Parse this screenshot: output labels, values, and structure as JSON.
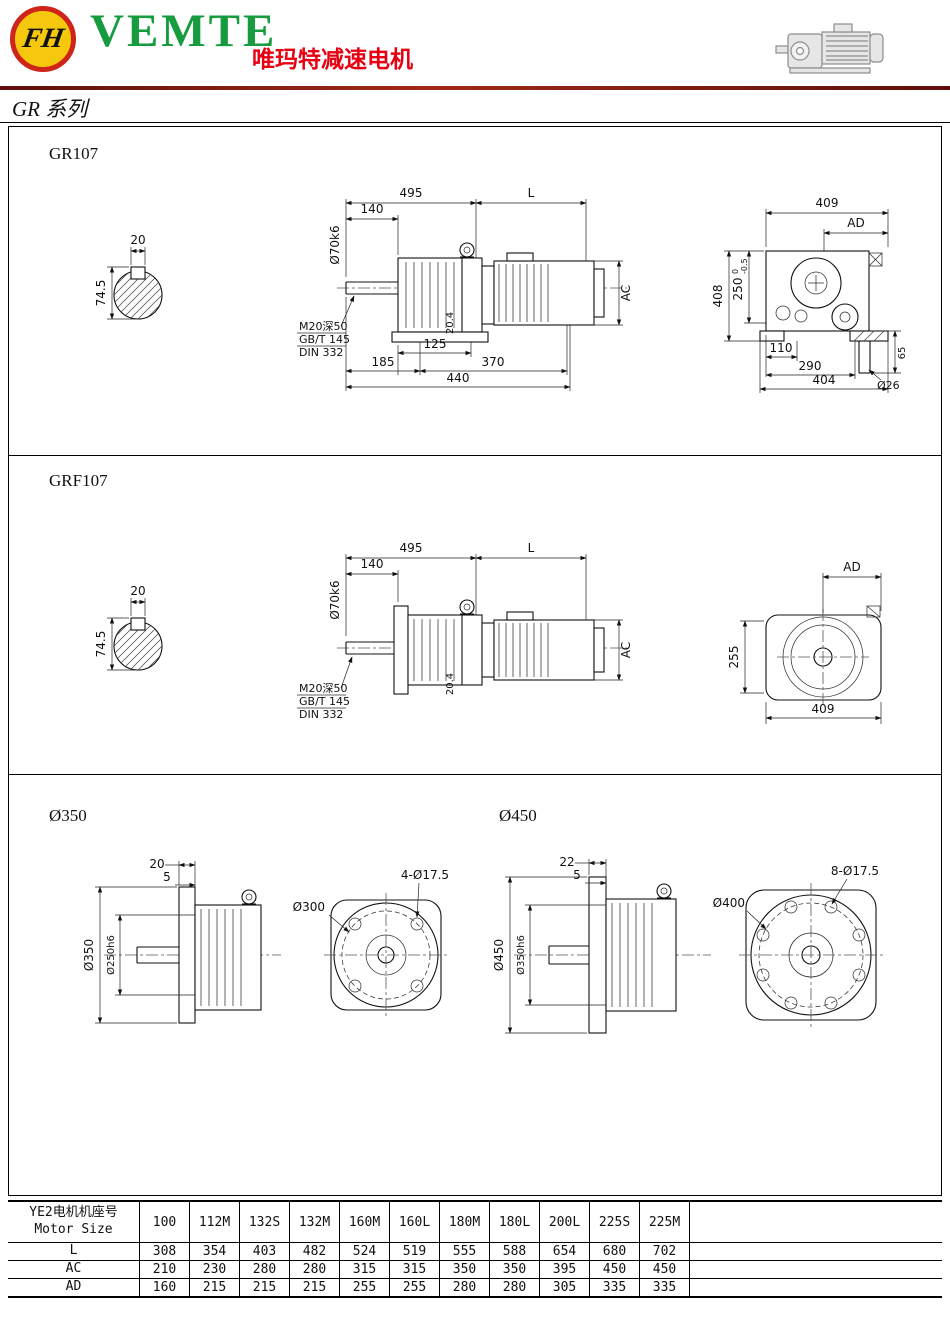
{
  "header": {
    "logo_text": "FH",
    "brand": "VEMTE",
    "tagline": "唯玛特减速电机",
    "series": "GR 系列"
  },
  "gr107": {
    "title": "GR107",
    "shaft_section": {
      "key_width": "20",
      "height": "74.5"
    },
    "side_view": {
      "len_gear": "495",
      "len_motor": "L",
      "shaft_dia": "Ø70k6",
      "shaft_len": "140",
      "note_line1": "M20深50",
      "note_line2": "GB/T 145",
      "note_line3": "DIN 332",
      "foot_len": "125",
      "dim_185": "185",
      "dim_370": "370",
      "dim_440": "440",
      "dim_204": "20.4",
      "motor_dia": "AC"
    },
    "end_view": {
      "width": "409",
      "dim_ad": "AD",
      "height": "408",
      "dim_250": "250",
      "tol_hi": "0",
      "tol_lo": "-0.5",
      "dim_110": "110",
      "dim_290": "290",
      "dim_404": "404",
      "dim_65": "65",
      "shaft_dia": "Ø26"
    }
  },
  "grf107": {
    "title": "GRF107",
    "shaft_section": {
      "key_width": "20",
      "height": "74.5"
    },
    "side_view": {
      "len_gear": "495",
      "len_motor": "L",
      "shaft_dia": "Ø70k6",
      "shaft_len": "140",
      "note_line1": "M20深50",
      "note_line2": "GB/T 145",
      "note_line3": "DIN 332",
      "dim_204": "20.4",
      "motor_dia": "AC"
    },
    "end_view": {
      "dim_ad": "AD",
      "height": "255",
      "width": "409"
    }
  },
  "flange350": {
    "title": "Ø350",
    "side": {
      "dim_20": "20",
      "dim_5": "5",
      "outer_dia": "Ø350",
      "spigot_dia": "Ø250h6"
    },
    "front": {
      "holes": "4-Ø17.5",
      "bolt_circle": "Ø300"
    }
  },
  "flange450": {
    "title": "Ø450",
    "side": {
      "dim_22": "22",
      "dim_5": "5",
      "outer_dia": "Ø450",
      "spigot_dia": "Ø350h6"
    },
    "front": {
      "holes": "8-Ø17.5",
      "bolt_circle": "Ø400"
    }
  },
  "table": {
    "row_header_line1": "YE2电机机座号",
    "row_header_line2": "Motor Size",
    "sizes": [
      "100",
      "112M",
      "132S",
      "132M",
      "160M",
      "160L",
      "180M",
      "180L",
      "200L",
      "225S",
      "225M"
    ],
    "rows": [
      {
        "label": "L",
        "values": [
          "308",
          "354",
          "403",
          "482",
          "524",
          "519",
          "555",
          "588",
          "654",
          "680",
          "702"
        ]
      },
      {
        "label": "AC",
        "values": [
          "210",
          "230",
          "280",
          "280",
          "315",
          "315",
          "350",
          "350",
          "395",
          "450",
          "450"
        ]
      },
      {
        "label": "AD",
        "values": [
          "160",
          "215",
          "215",
          "215",
          "255",
          "255",
          "280",
          "280",
          "305",
          "335",
          "335"
        ]
      }
    ]
  }
}
